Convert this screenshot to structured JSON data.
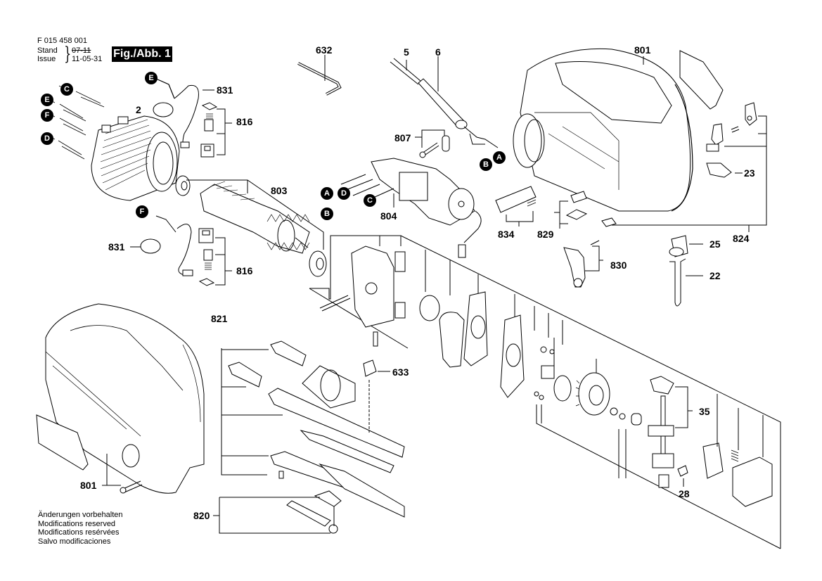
{
  "header": {
    "part_number": "F 015 458 001",
    "stand_label": "Stand",
    "issue_label": "Issue",
    "date_old": "07-11",
    "date_new": "11-05-31",
    "figure_label": "Fig./Abb. 1"
  },
  "notes": [
    "Änderungen vorbehalten",
    "Modifications reserved",
    "Modifications resérvées",
    "Salvo modificaciones"
  ],
  "callouts": {
    "c632": "632",
    "c5": "5",
    "c6": "6",
    "c801_top": "801",
    "c831_top": "831",
    "c2": "2",
    "c816_top": "816",
    "c807": "807",
    "c803": "803",
    "c804": "804",
    "c834": "834",
    "c829": "829",
    "c824": "824",
    "c23": "23",
    "c25": "25",
    "c22": "22",
    "c830": "830",
    "c831_bottom": "831",
    "c816_bottom": "816",
    "c821": "821",
    "c633": "633",
    "c35": "35",
    "c28": "28",
    "c801_bottom": "801",
    "c820": "820"
  },
  "connectors": {
    "m_e1": "E",
    "m_c1": "C",
    "m_e2": "E",
    "m_f1": "F",
    "m_d1": "D",
    "m_f2": "F",
    "m_a1": "A",
    "m_b1": "B",
    "m_a2": "A",
    "m_d2": "D",
    "m_b2": "B",
    "m_c2": "C"
  }
}
